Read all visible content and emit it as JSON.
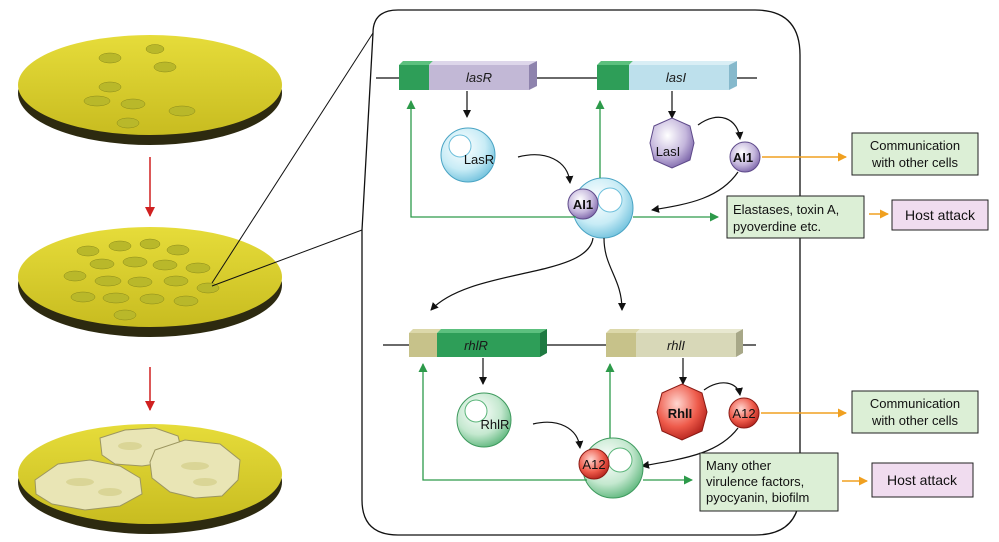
{
  "colors": {
    "plate": "#d8cc2a",
    "plate_edge": "#2d2a10",
    "colony": "#bfbe2c",
    "biofilm": "#e8e4b0",
    "green_arrow": "#2d9a4a",
    "orange_arrow": "#f0a020",
    "red_arrow": "#d02020",
    "result_box": "#dcefd6",
    "host_box": "#f0dcef"
  },
  "las_system": {
    "receptor_gene": "lasR",
    "synthase_gene": "lasI",
    "receptor_protein": "LasR",
    "synthase_protein": "LasI",
    "autoinducer": "AI1",
    "complex_label": "AI1"
  },
  "rhl_system": {
    "receptor_gene": "rhlR",
    "synthase_gene": "rhlI",
    "receptor_protein": "RhlR",
    "synthase_protein": "RhlI",
    "autoinducer": "A12",
    "complex_label": "A12"
  },
  "outputs": {
    "comm_top": [
      "Communication",
      "with other cells"
    ],
    "virulence_top": [
      "Elastases, toxin A,",
      "pyoverdine etc."
    ],
    "host_top": "Host attack",
    "comm_bottom": [
      "Communication",
      "with other cells"
    ],
    "virulence_bottom": [
      "Many other",
      "virulence factors,",
      "pyocyanin, biofilm"
    ],
    "host_bottom": "Host attack"
  }
}
